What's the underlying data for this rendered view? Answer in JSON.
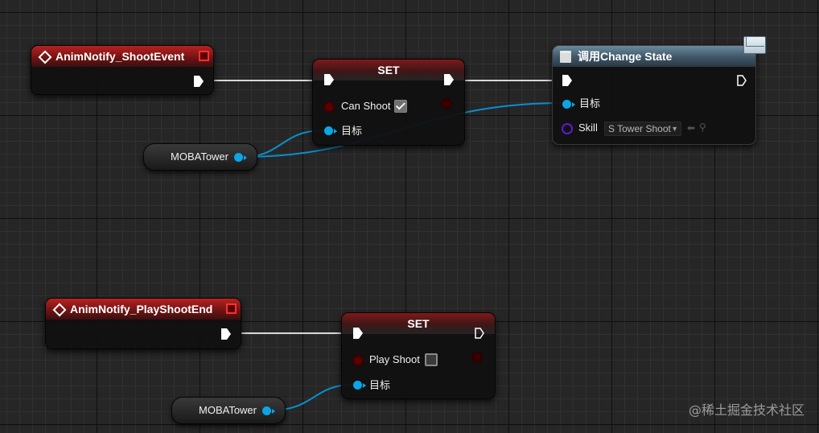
{
  "graph": {
    "nodes": {
      "event_shoot": {
        "title": "AnimNotify_ShootEvent",
        "color": "#8c1a1a"
      },
      "set_can_shoot": {
        "title": "SET",
        "input_label": "Can Shoot",
        "input_checked": true,
        "target_label": "目标"
      },
      "call_change_state": {
        "title": "调用Change State",
        "target_label": "目标",
        "skill_label": "Skill",
        "skill_value": "S Tower Shoot"
      },
      "var_tower_1": {
        "label": "MOBATower"
      },
      "event_play_shoot_end": {
        "title": "AnimNotify_PlayShootEnd",
        "color": "#8c1a1a"
      },
      "set_play_shoot": {
        "title": "SET",
        "input_label": "Play Shoot",
        "input_checked": false,
        "target_label": "目标"
      },
      "var_tower_2": {
        "label": "MOBATower"
      }
    },
    "pin_colors": {
      "exec": "#ffffff",
      "object": "#0aa6e8",
      "bool": "#8a0000",
      "enum": "#5b1cd1"
    }
  },
  "watermark": {
    "text": "@稀土掘金技术社区"
  }
}
